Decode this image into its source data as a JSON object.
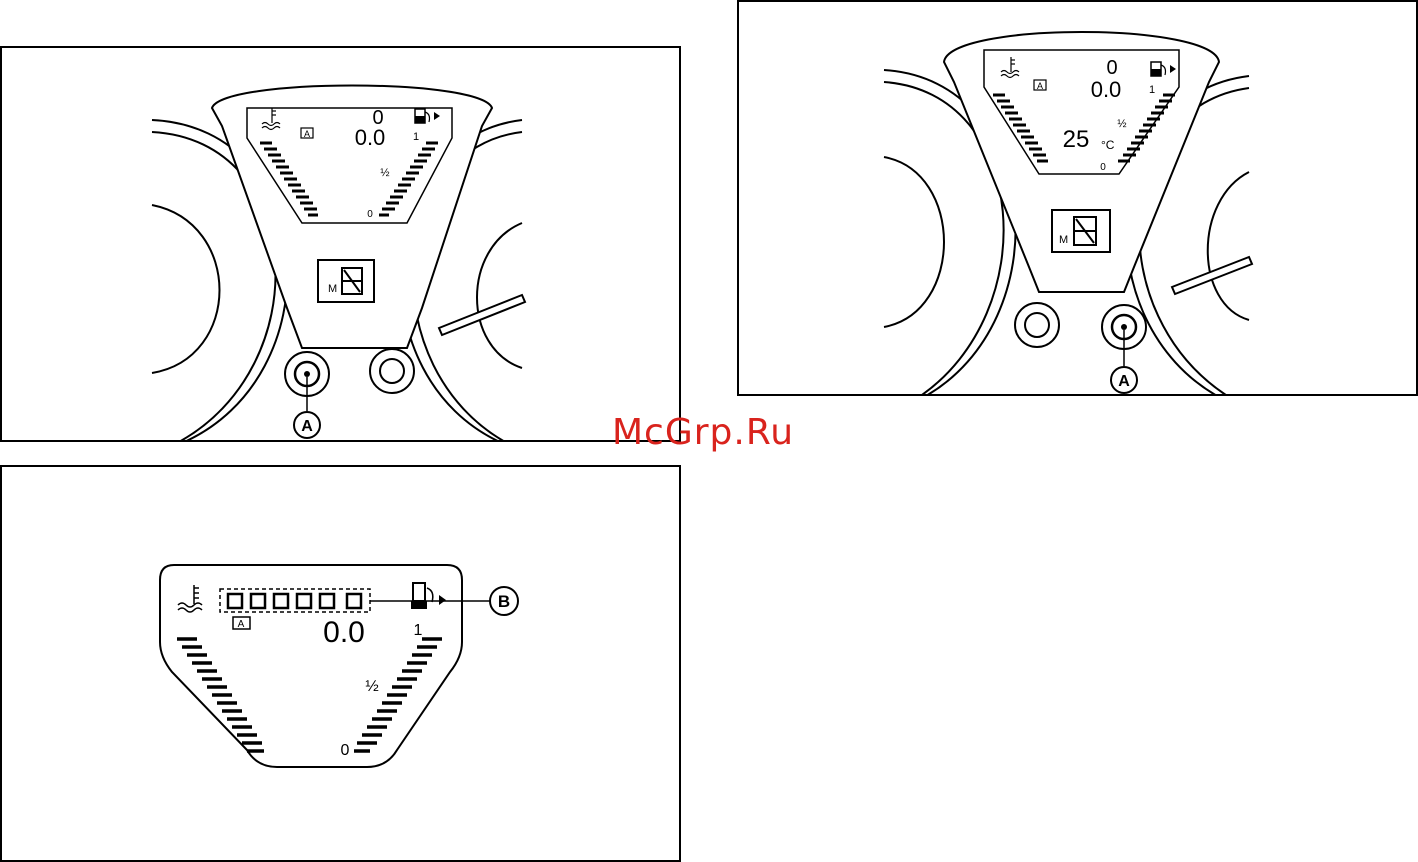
{
  "watermark": "McGrp.Ru",
  "panels": [
    {
      "id": "top-left",
      "display": {
        "top_digit": "0",
        "odometer": "0.0",
        "fuel_full": "1",
        "fuel_half": "½",
        "fuel_empty": "0",
        "auto_badge": "A",
        "gear_prefix": "M"
      },
      "callout": "A"
    },
    {
      "id": "top-right",
      "display": {
        "top_digit": "0",
        "odometer": "0.0",
        "temperature": "25",
        "temperature_unit": "°C",
        "fuel_full": "1",
        "fuel_half": "½",
        "fuel_empty": "0",
        "auto_badge": "A",
        "gear_prefix": "M"
      },
      "callout": "A"
    },
    {
      "id": "bottom-left",
      "display": {
        "odometer": "0.0",
        "fuel_full": "1",
        "fuel_half": "½",
        "fuel_empty": "0",
        "auto_badge": "A"
      },
      "callout": "B"
    }
  ],
  "icons": {
    "coolant": "coolant-temperature-icon",
    "fuel": "fuel-pump-icon",
    "reset_knob": "trip-reset-knob-icon"
  }
}
